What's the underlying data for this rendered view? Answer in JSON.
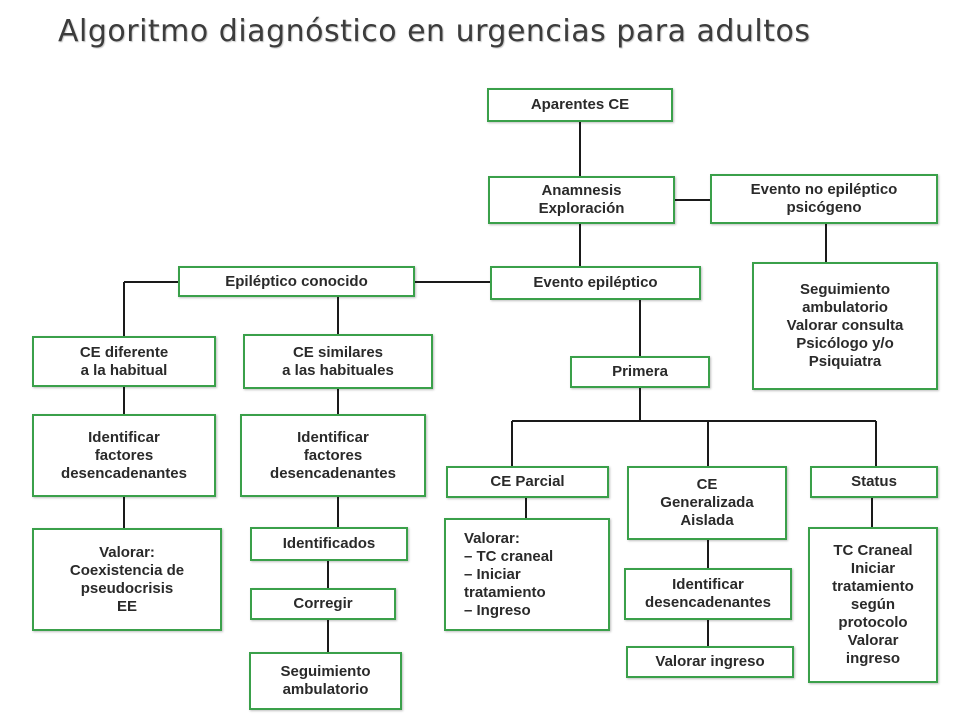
{
  "title": "Algoritmo diagnóstico en urgencias para adultos",
  "nodes": {
    "aparentes": "Aparentes CE",
    "anamnesis": "Anamnesis\nExploración",
    "no_epileptico": "Evento no epiléptico\npsicógeno",
    "seguimiento_psiq": "Seguimiento\nambulatorio\nValorar consulta\nPsicólogo y/o\nPsiquiatra",
    "epileptico_conocido": "Epiléptico conocido",
    "evento_epileptico": "Evento epiléptico",
    "ce_diferente": "CE diferente\na la habitual",
    "ce_similares": "CE similares\na las habituales",
    "primera": "Primera",
    "identificar_1": "Identificar\nfactores\ndesencadenantes",
    "identificar_2": "Identificar\nfactores\ndesencadenantes",
    "valorar_pseudo": "Valorar:\nCoexistencia de\npseudocrisis\nEE",
    "identificados": "Identificados",
    "corregir": "Corregir",
    "seguimiento_amb": "Seguimiento\nambulatorio",
    "ce_parcial": "CE Parcial",
    "valorar_tc": "Valorar:\n– TC craneal\n– Iniciar\n   tratamiento\n– Ingreso",
    "ce_generalizada": "CE\nGeneralizada\nAislada",
    "identificar_desenc": "Identificar\ndesencadenantes",
    "valorar_ingreso": "Valorar ingreso",
    "status": "Status",
    "tc_craneal": "TC Craneal\nIniciar\ntratamiento\nsegún\nprotocolo\nValorar\ningreso"
  },
  "colors": {
    "border": "#3aa04a",
    "line": "#1a1a1a",
    "title": "#3c3c3c"
  }
}
